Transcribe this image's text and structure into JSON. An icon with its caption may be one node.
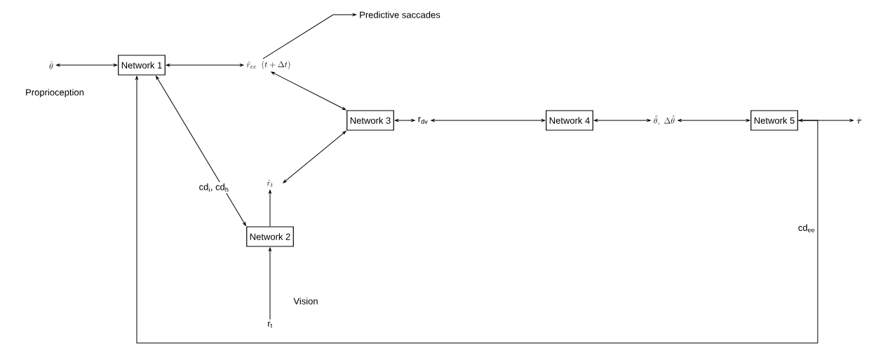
{
  "diagram": {
    "nodes": [
      {
        "text": [
          "\\hat{\\theta}"
        ]
      },
      {
        "text": [
          "Network 1"
        ]
      },
      {
        "text": [
          "\\hat{r}_{ee}\\;\\;(t+\\Delta t)"
        ]
      },
      {
        "text": [
          "Predictive saccades"
        ]
      },
      {
        "text": [
          "Network 3"
        ]
      },
      {
        "text": [
          "r$_{dv}$"
        ]
      },
      {
        "text": [
          "Network 4"
        ]
      },
      {
        "text": [
          "\\hat{\\theta},\\ \\Delta\\hat{\\theta}"
        ]
      },
      {
        "text": [
          "Network 5"
        ]
      },
      {
        "text": [
          "\\hat{\\boldsymbol{\\tau}}"
        ]
      },
      {
        "text": [
          "Network 2"
        ]
      },
      {
        "text": [
          "\\hat{r}_{t}"
        ]
      },
      {
        "text": [
          "r$_{t}$"
        ]
      }
    ],
    "edges": [
      {
        "from": 0,
        "to": 1,
        "arrow": "both"
      },
      {
        "from": 1,
        "to": 2,
        "arrow": "both"
      },
      {
        "from": 2,
        "to": 3,
        "arrow": "to"
      },
      {
        "from": 2,
        "to": 4,
        "arrow": "both"
      },
      {
        "from": 4,
        "to": 5,
        "arrow": "both"
      },
      {
        "from": 5,
        "to": 6,
        "arrow": "both"
      },
      {
        "from": 6,
        "to": 7,
        "arrow": "both"
      },
      {
        "from": 7,
        "to": 8,
        "arrow": "both"
      },
      {
        "from": 8,
        "to": 9,
        "arrow": "both"
      },
      {
        "from": 11,
        "to": 4,
        "arrow": "both"
      },
      {
        "from": 10,
        "to": 1,
        "arrow": "both",
        "label": "cd$_{i}$, cd$_{h}$"
      },
      {
        "from": 10,
        "to": 11,
        "arrow": "to"
      },
      {
        "from": 12,
        "to": 10,
        "arrow": "to",
        "label": "Vision"
      },
      {
        "from": 8,
        "to": 1,
        "arrow": "to",
        "label": "cd$_{ee}$"
      }
    ],
    "labels": [
      "Proprioception"
    ]
  }
}
